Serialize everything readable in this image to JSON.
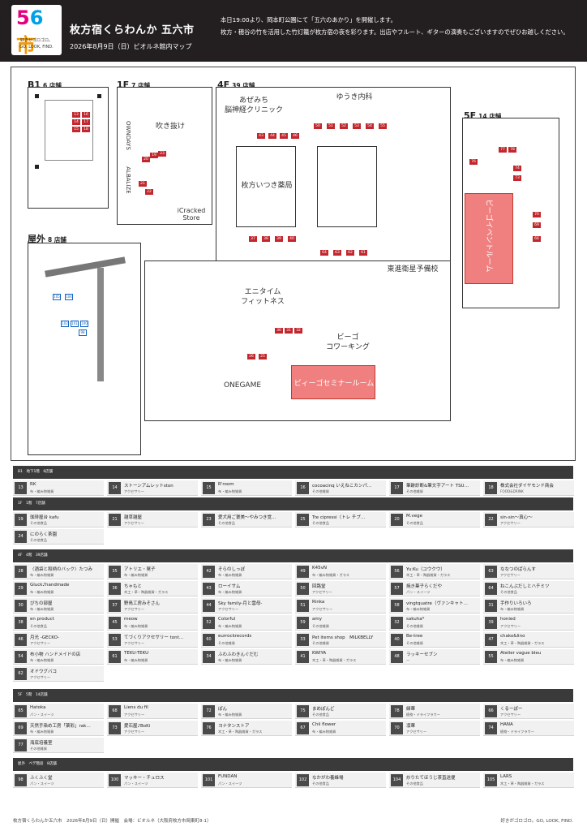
{
  "header": {
    "logo_num": [
      "5",
      "6",
      "市"
    ],
    "logo_tagline": "好きがゴロゴロ。",
    "logo_slogan": "GO, LOOK, FIND.",
    "title": "枚方宿くらわんか 五六市",
    "subtitle": "2026年8月9日（日）ビオルネ館内マップ",
    "desc1": "本日19:00より、岡本町公園にて「五六のあかり」を開催します。",
    "desc2": "枚方・穂谷の竹を活用した竹灯籠が枚方宿の夜を彩ります。出店やフルート、ギターの演奏もございますのでぜひお越しください。"
  },
  "map": {
    "floors": [
      {
        "floor": "B1",
        "count": "6 店舗"
      },
      {
        "floor": "1F",
        "count": "7 店舗"
      },
      {
        "floor": "4F",
        "count": "39 店舗"
      },
      {
        "floor": "5F",
        "count": "14 店舗"
      },
      {
        "floor": "屋外",
        "count": "8 店舗"
      }
    ],
    "rooms": {
      "fukinuke": "吹き抜け",
      "owndays": "OWNDAYS",
      "albalize": "ALBALIZE",
      "icracked": "iCracked Store",
      "azemichi1": "あぜみち",
      "azemichi2": "脳神経クリニック",
      "yuuki": "ゆうき内科",
      "yakkyoku": "枚方いつき薬局",
      "anytime1": "エニタイム",
      "anytime2": "フィットネス",
      "toshin": "東進衛星予備校",
      "viigo_work1": "ビーゴ",
      "viigo_work2": "コワーキング",
      "onegame": "ONEGAME",
      "seminar": "ビィーゴセミナールーム",
      "event": "ビーゴイベントルーム"
    }
  },
  "sections": [
    {
      "label": "B1　地下1階　6店舗",
      "items": [
        {
          "no": "13",
          "name": "RK",
          "cat": "布・編み物雑貨"
        },
        {
          "no": "14",
          "name": "ストーンアムレットston",
          "cat": "アクセサリー"
        },
        {
          "no": "15",
          "name": "R'room",
          "cat": "布・編み物雑貨"
        },
        {
          "no": "16",
          "name": "cocoacinq いえねこカンパ…",
          "cat": "その他雑貨"
        },
        {
          "no": "17",
          "name": "筆跡診断&筆文字アート TSU…",
          "cat": "その他雑貨"
        },
        {
          "no": "18",
          "name": "株式会社ダイヤモンド商会",
          "cat": "FOOD&DRINK"
        }
      ]
    },
    {
      "label": "1F　1階　7店舗",
      "items": [
        {
          "no": "19",
          "name": "珈琲屋台 kafu",
          "cat": "その他食品"
        },
        {
          "no": "21",
          "name": "雑草雑屋",
          "cat": "アクセサリー"
        },
        {
          "no": "23",
          "name": "愛犬用ご褒美〜やみつき覚…",
          "cat": "その他食品"
        },
        {
          "no": "25",
          "name": "Tre cipressi（トレ チプ…",
          "cat": "その他食品"
        },
        {
          "no": "20",
          "name": "M.vege",
          "cat": "その他食品"
        },
        {
          "no": "22",
          "name": "sin-sin〜真心〜",
          "cat": "アクセサリー"
        },
        {
          "no": "24",
          "name": "にのらく茶園",
          "cat": "その他食品"
        }
      ]
    },
    {
      "label": "4F　4階　39店舗",
      "items": [
        {
          "no": "28",
          "name": "〈酒袋と和柄のバック〉たつみ",
          "cat": "布・編み物雑貨"
        },
        {
          "no": "35",
          "name": "アトリエ・晃子",
          "cat": "布・編み物雑貨"
        },
        {
          "no": "42",
          "name": "そらのしっぽ",
          "cat": "布・編み物雑貨"
        },
        {
          "no": "49",
          "name": "K45vN",
          "cat": "布・編み物雑貨・ガラス"
        },
        {
          "no": "56",
          "name": "Yu:Ku（ユウクウ）",
          "cat": "木工・革・陶器雑貨・ガラス"
        },
        {
          "no": "63",
          "name": "ななつのぱらんす",
          "cat": "アクセサリー"
        },
        {
          "no": "29",
          "name": "Gluck♪handmade",
          "cat": "布・編み物雑貨"
        },
        {
          "no": "36",
          "name": "ちゃもと",
          "cat": "木工・革・陶器雑貨・ガラス"
        },
        {
          "no": "43",
          "name": "ローイサム",
          "cat": "布・編み物雑貨"
        },
        {
          "no": "50",
          "name": "回路堂",
          "cat": "アクセサリー"
        },
        {
          "no": "57",
          "name": "焼き菓子らくだや",
          "cat": "パン・スイーツ"
        },
        {
          "no": "64",
          "name": "ねこんぶだしとハチミツ",
          "cat": "その他食品"
        },
        {
          "no": "30",
          "name": "ぴちの部屋",
          "cat": "布・編み物雑貨"
        },
        {
          "no": "37",
          "name": "野鳥工房みそさん",
          "cat": "アクセサリー"
        },
        {
          "no": "44",
          "name": "Sky family-月と雲母-",
          "cat": "アクセサリー"
        },
        {
          "no": "51",
          "name": "Rinka",
          "cat": "アクセサリー"
        },
        {
          "no": "58",
          "name": "vingtquatre（ヴァンキャト…",
          "cat": "布・編み物雑貨"
        },
        {
          "no": "31",
          "name": "手作りいろいろ",
          "cat": "布・編み物雑貨"
        },
        {
          "no": "38",
          "name": "en product",
          "cat": "その他食品"
        },
        {
          "no": "45",
          "name": "meow",
          "cat": "布・編み物雑貨"
        },
        {
          "no": "52",
          "name": "Colorful",
          "cat": "布・編み物雑貨"
        },
        {
          "no": "59",
          "name": "amy",
          "cat": "その他雑貨"
        },
        {
          "no": "32",
          "name": "sakuha*",
          "cat": "その他雑貨"
        },
        {
          "no": "39",
          "name": "honied",
          "cat": "アクセサリー"
        },
        {
          "no": "46",
          "name": "月光 -GECKO-",
          "cat": "アクセサリー"
        },
        {
          "no": "53",
          "name": "てづくりアクセサリー tont…",
          "cat": "アクセサリー"
        },
        {
          "no": "60",
          "name": "eurrockrecords",
          "cat": "その他雑貨"
        },
        {
          "no": "33",
          "name": "Pet items shop　MILKBELLY",
          "cat": "その他雑貨"
        },
        {
          "no": "40",
          "name": "Be-tree",
          "cat": "その他雑貨"
        },
        {
          "no": "47",
          "name": "chako&lino",
          "cat": "木工・革・陶器雑貨・ガラス"
        },
        {
          "no": "54",
          "name": "布小物 ハンドメイドの店",
          "cat": "布・編み物雑貨"
        },
        {
          "no": "61",
          "name": "TEKU-TEKU",
          "cat": "布・編み物雑貨"
        },
        {
          "no": "34",
          "name": "ふわふわきんぐだむ",
          "cat": "布・編み物雑貨"
        },
        {
          "no": "41",
          "name": "KWIYA",
          "cat": "木工・革・陶器雑貨・ガラス"
        },
        {
          "no": "48",
          "name": "ラッキーセブン",
          "cat": "ー"
        },
        {
          "no": "55",
          "name": "Atelier vague bleu",
          "cat": "布・編み物雑貨"
        },
        {
          "no": "62",
          "name": "オドウグバコ",
          "cat": "アクセサリー"
        }
      ]
    },
    {
      "label": "5F　5階　14店舗",
      "items": [
        {
          "no": "65",
          "name": "Hatoka",
          "cat": "パン・スイーツ"
        },
        {
          "no": "68",
          "name": "Liens du fil",
          "cat": "アクセサリー"
        },
        {
          "no": "72",
          "name": "ぽん",
          "cat": "布・編み物雑貨"
        },
        {
          "no": "75",
          "name": "まめぽんど",
          "cat": "その他食品"
        },
        {
          "no": "78",
          "name": "縁華",
          "cat": "植物・ドライフラワー"
        },
        {
          "no": "66",
          "name": "くるーぽー",
          "cat": "アクセサリー"
        },
        {
          "no": "69",
          "name": "天然手染め工房「薬彩」rak…",
          "cat": "布・編み物雑貨"
        },
        {
          "no": "73",
          "name": "愛石屋♪BoKi",
          "cat": "アクセサリー"
        },
        {
          "no": "76",
          "name": "ヨナタンストア",
          "cat": "木工・革・陶器雑貨・ガラス"
        },
        {
          "no": "67",
          "name": "Chii flower",
          "cat": "布・編み物雑貨"
        },
        {
          "no": "70",
          "name": "凛華",
          "cat": "アクセサリー"
        },
        {
          "no": "74",
          "name": "HANA",
          "cat": "植物・ドライフラワー"
        },
        {
          "no": "77",
          "name": "海底培養室",
          "cat": "その他雑貨"
        }
      ]
    },
    {
      "label": "屋外　ペデ階段　8店舗",
      "items": [
        {
          "no": "98",
          "name": "ふくふく堂",
          "cat": "パン・スイーツ"
        },
        {
          "no": "100",
          "name": "マッキー・チュロス",
          "cat": "パン・スイーツ"
        },
        {
          "no": "101",
          "name": "FUNDAN",
          "cat": "パン・スイーツ"
        },
        {
          "no": "102",
          "name": "なかがわ養蜂場",
          "cat": "その他食品"
        },
        {
          "no": "104",
          "name": "炒りたてほうじ茶直送便",
          "cat": "その他食品"
        },
        {
          "no": "105",
          "name": "LARS",
          "cat": "木工・革・陶器雑貨・ガラス"
        }
      ]
    }
  ],
  "footer": {
    "left": "枚方宿くらわんか五六市　2026年8月9日（日）開催　会場：ビオルネ（大阪府枚方市岡東町8-1）",
    "right": "好きがゴロゴロ。GO, LOOK, FIND."
  }
}
